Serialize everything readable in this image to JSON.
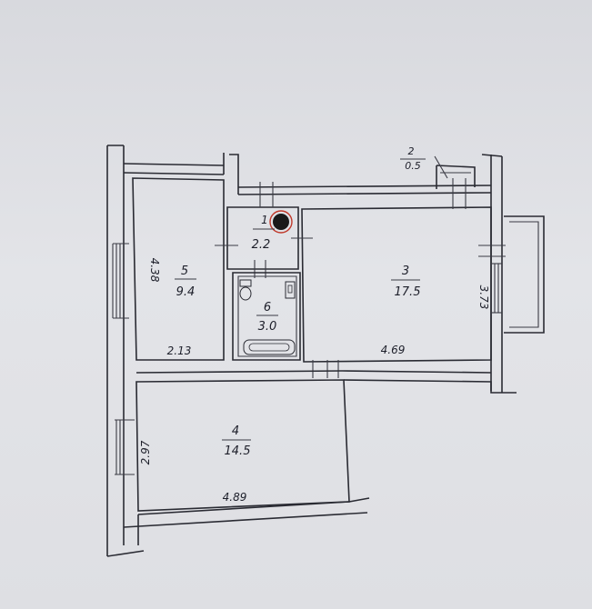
{
  "rooms": [
    {
      "number": "1",
      "area": "2.2"
    },
    {
      "number": "2",
      "area": "0.5"
    },
    {
      "number": "3",
      "area": "17.5"
    },
    {
      "number": "4",
      "area": "14.5"
    },
    {
      "number": "5",
      "area": "9.4"
    },
    {
      "number": "6",
      "area": "3.0"
    }
  ],
  "dimensions": {
    "room5_height": "4.38",
    "room5_width": "2.13",
    "room3_width": "4.69",
    "room3_height": "3.73",
    "room4_height": "2.97",
    "room4_width": "4.89"
  },
  "colors": {
    "paper": "#dcdde1",
    "ink": "#2a2b33",
    "stamp": "#1a1a1a",
    "stamp_ring": "#c0392b"
  }
}
